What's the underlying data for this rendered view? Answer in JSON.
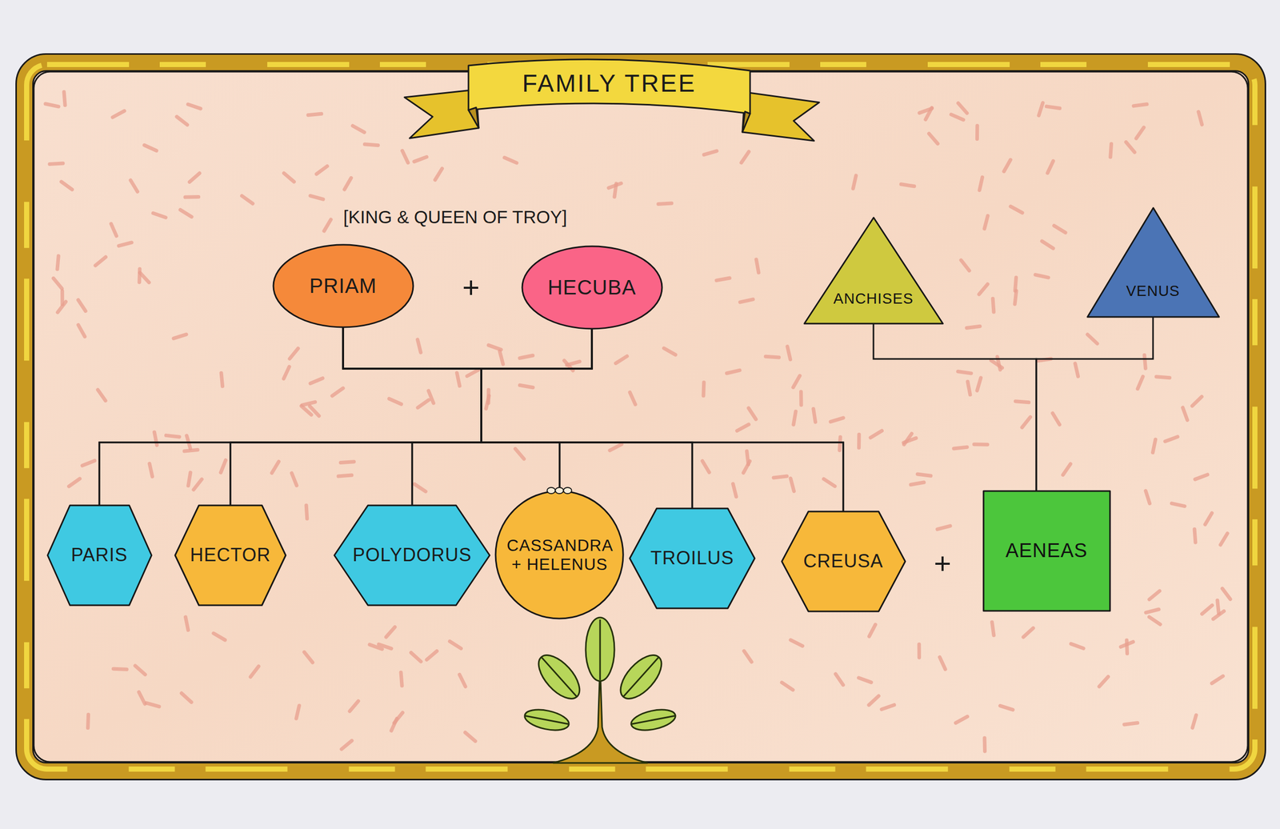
{
  "diagram": {
    "title": "FAMILY TREE",
    "nodes": [
      {
        "text": [
          "PRIAM"
        ]
      },
      {
        "text": [
          "HECUBA"
        ]
      },
      {
        "text": [
          "ANCHISES"
        ]
      },
      {
        "text": [
          "VENUS"
        ]
      },
      {
        "text": [
          "PARIS"
        ]
      },
      {
        "text": [
          "HECTOR"
        ]
      },
      {
        "text": [
          "POLYDORUS"
        ]
      },
      {
        "text": [
          "CASSANDRA + HELENUS"
        ]
      },
      {
        "text": [
          "TROILUS"
        ]
      },
      {
        "text": [
          "CREUSA"
        ]
      },
      {
        "text": [
          "AENEAS"
        ]
      }
    ],
    "edges": [
      {
        "from": 0,
        "to": 4,
        "arrow": "none"
      },
      {
        "from": 0,
        "to": 5,
        "arrow": "none"
      },
      {
        "from": 0,
        "to": 6,
        "arrow": "none"
      },
      {
        "from": 0,
        "to": 7,
        "arrow": "none"
      },
      {
        "from": 0,
        "to": 8,
        "arrow": "none"
      },
      {
        "from": 0,
        "to": 9,
        "arrow": "none"
      },
      {
        "from": 1,
        "to": 4,
        "arrow": "none"
      },
      {
        "from": 1,
        "to": 5,
        "arrow": "none"
      },
      {
        "from": 1,
        "to": 6,
        "arrow": "none"
      },
      {
        "from": 1,
        "to": 7,
        "arrow": "none"
      },
      {
        "from": 1,
        "to": 8,
        "arrow": "none"
      },
      {
        "from": 1,
        "to": 9,
        "arrow": "none"
      },
      {
        "from": 2,
        "to": 10,
        "arrow": "none"
      },
      {
        "from": 3,
        "to": 10,
        "arrow": "none"
      }
    ],
    "labels": [
      "[KING & QUEEN OF TROY]",
      "+",
      "+"
    ]
  }
}
